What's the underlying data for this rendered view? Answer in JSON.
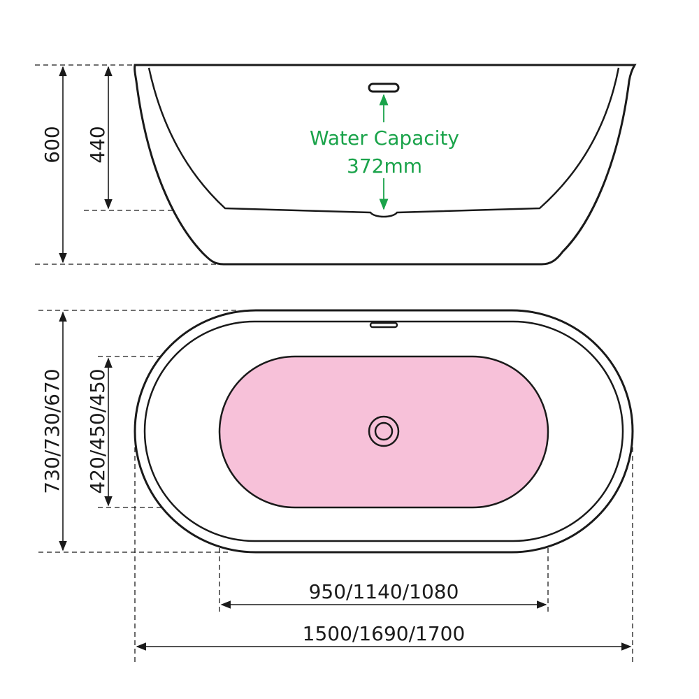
{
  "colors": {
    "line": "#1a1a1a",
    "capacity": "#1aa34a",
    "basin": "#f7c1d9"
  },
  "side_view": {
    "height_total": "600",
    "height_inner": "440",
    "water_capacity_label": "Water Capacity",
    "water_capacity_value": "372mm"
  },
  "top_view": {
    "width_total": "730/730/670",
    "width_inner": "420/450/450",
    "length_inner": "950/1140/1080",
    "length_total": "1500/1690/1700"
  }
}
